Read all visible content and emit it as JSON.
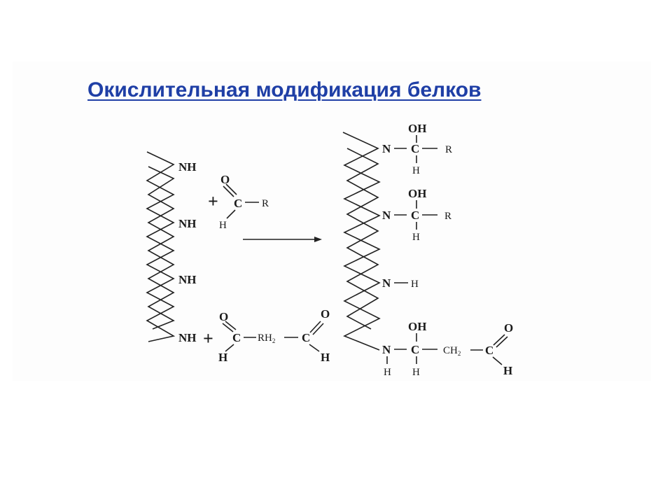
{
  "slide": {
    "title": "Окислительная модификация белков",
    "accent_color": "#1f3fa6"
  },
  "scheme": {
    "reactant_groups": [
      "NH",
      "NH",
      "NH",
      "NH"
    ],
    "plus_sign": "+",
    "aldehyde": {
      "o": "O",
      "c": "C",
      "h": "H",
      "r": "R"
    },
    "dialdehyde": {
      "o1": "O",
      "c1": "C",
      "h1": "H",
      "bridge": "RH",
      "bridge_sub": "2",
      "c2": "C",
      "o2": "O",
      "h2": "H"
    },
    "arrow_icon": "reaction-arrow",
    "product": {
      "adduct1": {
        "oh": "OH",
        "n": "N",
        "c": "C",
        "h": "H",
        "r": "R"
      },
      "adduct2": {
        "oh": "OH",
        "n": "N",
        "c": "C",
        "h": "H",
        "r": "R"
      },
      "free_amine": {
        "n": "N",
        "h": "H"
      },
      "adduct3": {
        "oh": "OH",
        "n": "N",
        "c": "C",
        "hn": "H",
        "hc": "H",
        "ch": "CH",
        "ch_sub": "2",
        "c2": "C",
        "o": "O",
        "h2": "H"
      }
    }
  }
}
